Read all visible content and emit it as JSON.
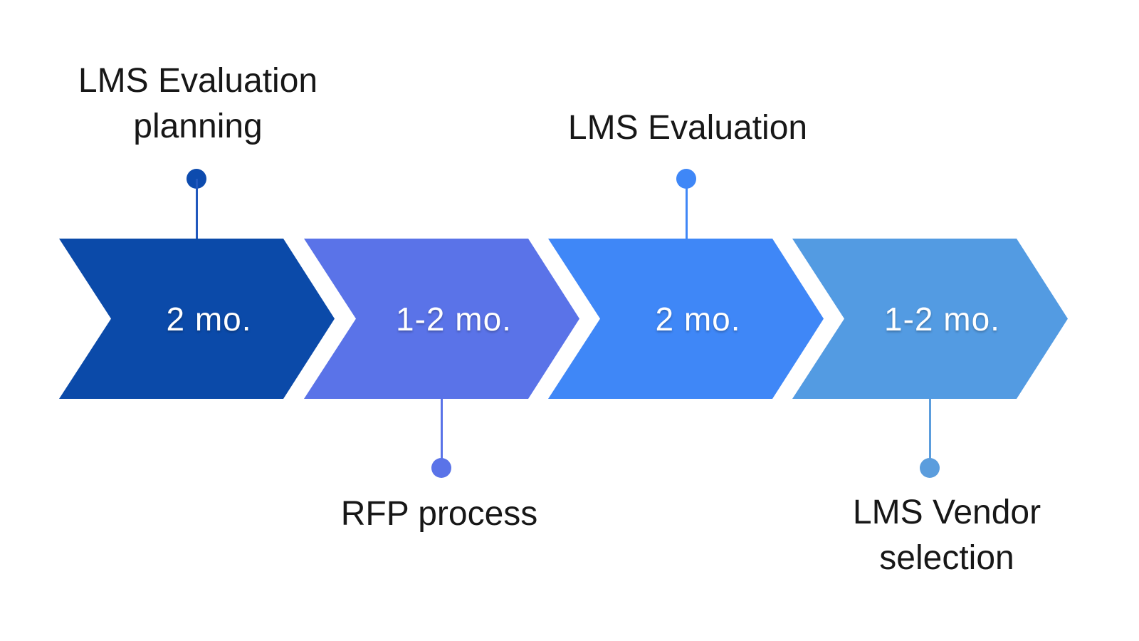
{
  "diagram": {
    "type": "process-timeline",
    "background": "#ffffff",
    "text_color": "#171717",
    "steps": [
      {
        "label": "LMS Evaluation\nplanning",
        "label_position": "above",
        "duration": "2 mo.",
        "fill": "#0b4aa9",
        "dot_color": "#0d4bae",
        "stem_color": "#2158bd"
      },
      {
        "label": "RFP process",
        "label_position": "below",
        "duration": "1-2 mo.",
        "fill": "#5a73e8",
        "dot_color": "#5a73e8",
        "stem_color": "#5a73e8"
      },
      {
        "label": "LMS Evaluation",
        "label_position": "above",
        "duration": "2 mo.",
        "fill": "#3f87f7",
        "dot_color": "#3f87f7",
        "stem_color": "#3f87f7"
      },
      {
        "label": "LMS Vendor\nselection",
        "label_position": "below",
        "duration": "1-2 mo.",
        "fill": "#539be2",
        "dot_color": "#5b9ddd",
        "stem_color": "#5b9ddd"
      }
    ]
  }
}
